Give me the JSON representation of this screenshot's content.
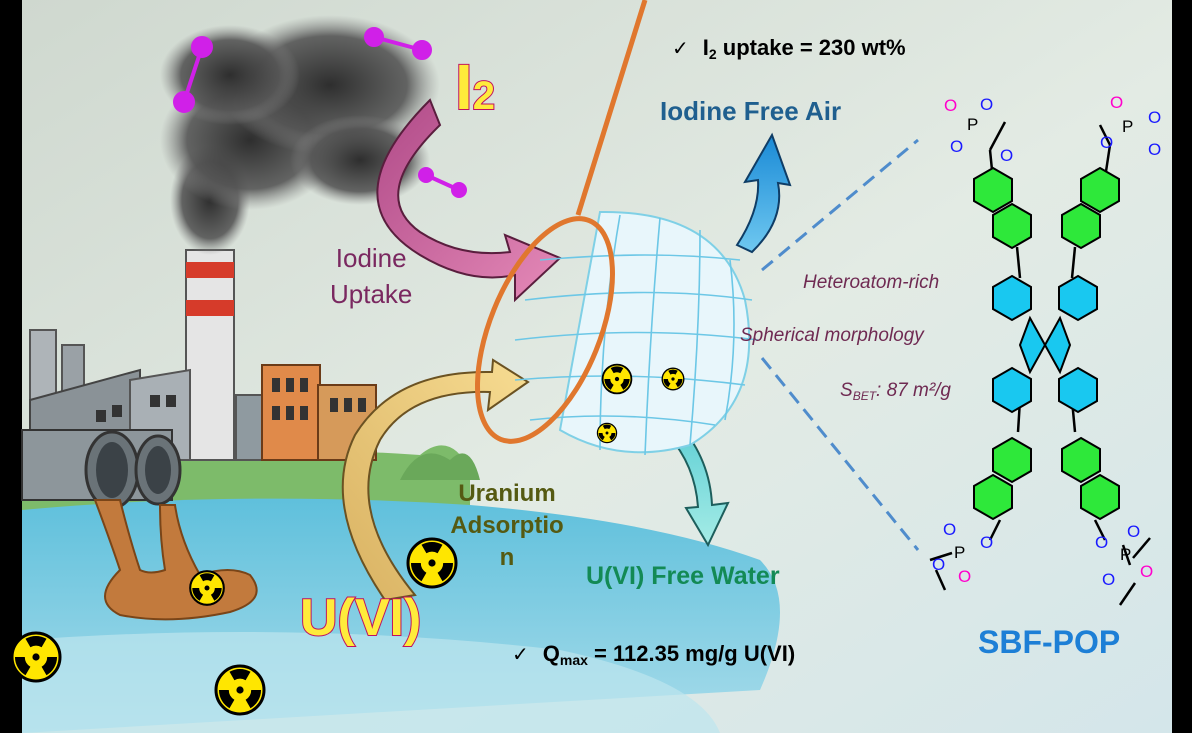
{
  "stats": {
    "iodine_uptake_prefix": "I",
    "iodine_uptake_sub": "2",
    "iodine_uptake_rest": " uptake = 230 wt%",
    "uranium_q_prefix": "Q",
    "uranium_q_sub": "max",
    "uranium_q_rest": " = 112.35 mg/g  U(VI)"
  },
  "pollutants": {
    "iodine_symbol": "I",
    "iodine_sub": "2",
    "uranium_symbol": "U(VI)"
  },
  "processes": {
    "iodine_line1": "Iodine",
    "iodine_line2": "Uptake",
    "uranium_line1": "Uranium",
    "uranium_line2": "Adsorptio",
    "uranium_line3": "n"
  },
  "outputs": {
    "air": "Iodine Free Air",
    "water": "U(VI) Free Water"
  },
  "properties": {
    "p1": "Heteroatom-rich",
    "p2": "Spherical morphology",
    "p3_prefix": "S",
    "p3_sub": "BET",
    "p3_rest": ": 87 m²/g"
  },
  "molecule": {
    "name": "SBF-POP",
    "atom_o": "O",
    "atom_p": "P",
    "colors": {
      "naphthalene": "#2ee83a",
      "fluorene": "#19c8f0",
      "oxygen_single": "#1a1aff",
      "oxygen_double": "#ff00cc"
    }
  },
  "icons": [
    "factory-icon",
    "smoke-icon",
    "iodine-molecule-icon",
    "radiation-icon",
    "capture-net-icon",
    "arrow-icon"
  ]
}
